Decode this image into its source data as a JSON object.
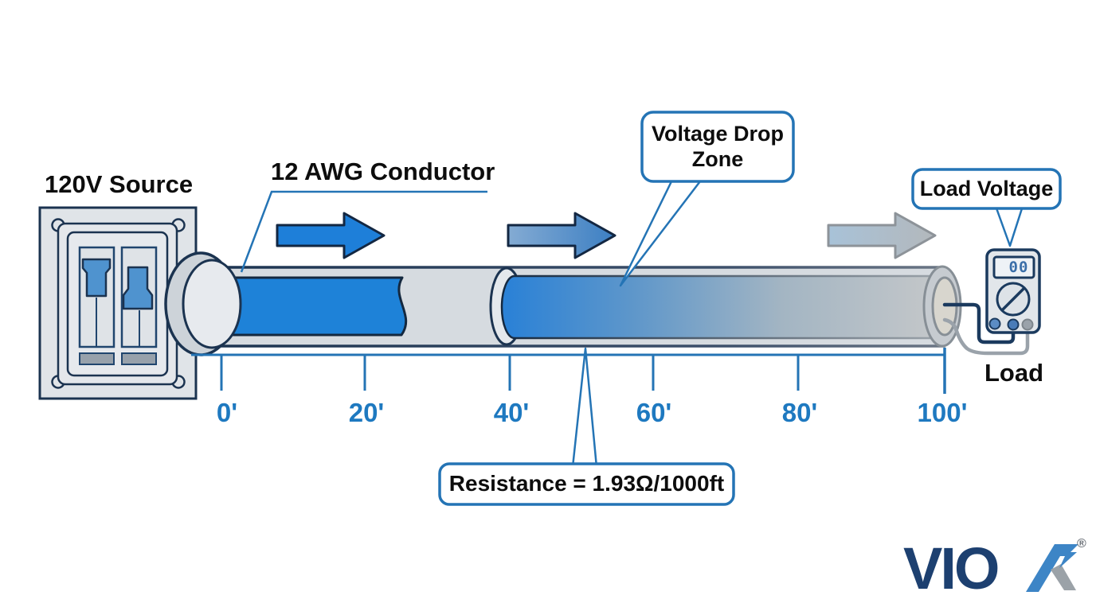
{
  "diagram": {
    "source": {
      "label": "120V Source"
    },
    "conductor": {
      "label": "12 AWG Conductor"
    },
    "callouts": {
      "voltage_drop_zone": "Voltage Drop Zone",
      "load_voltage": "Load Voltage",
      "resistance": "Resistance = 1.93Ω/1000ft"
    },
    "load": {
      "label": "Load"
    },
    "multimeter": {
      "display_value": "00"
    },
    "ruler": {
      "distance_markers": [
        "0'",
        "20'",
        "40'",
        "60'",
        "80'",
        "100'"
      ]
    },
    "colors": {
      "accent_blue": "#2474b5",
      "conductor_blue": "#1e82d8",
      "outline_navy": "#1b3350",
      "marker_blue": "#1e79c0",
      "faded_gray": "#c2c6c9"
    }
  },
  "branding": {
    "vio": "VIO",
    "x": "X",
    "registered": "®"
  }
}
